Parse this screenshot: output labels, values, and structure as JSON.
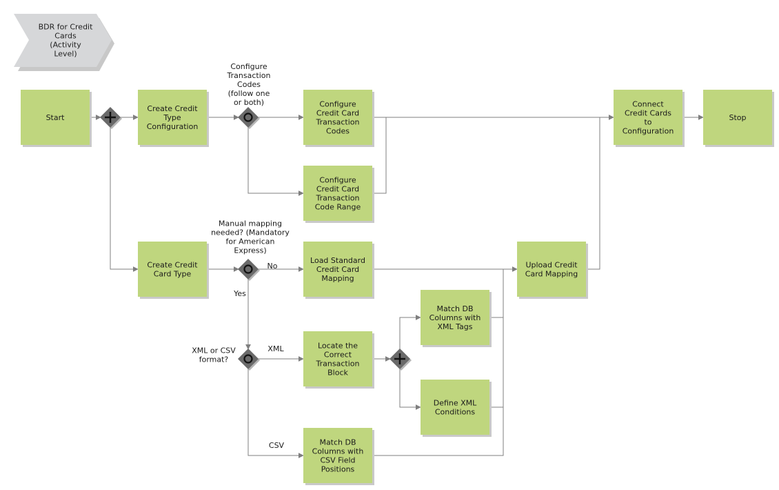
{
  "title": "BDR for Credit Cards (Activity Level)",
  "colors": {
    "activity_fill": "#bfd67e",
    "activity_shadow": "#c9c9c9",
    "gateway_fill": "#6a6a6a",
    "connector": "#7f7f7f",
    "title_fill": "#d6d7d9"
  },
  "activities": {
    "start": "Start",
    "create_credit_type_configuration": "Create Credit Type Configuration",
    "configure_credit_card_transaction_codes": "Configure Credit Card Transaction Codes",
    "configure_credit_card_transaction_code_range": "Configure Credit Card Transaction Code Range",
    "connect_credit_cards_to_configuration": "Connect Credit Cards to Configuration",
    "stop": "Stop",
    "create_credit_card_type": "Create Credit Card Type",
    "load_standard_credit_card_mapping": "Load Standard Credit Card Mapping",
    "upload_credit_card_mapping": "Upload Credit Card Mapping",
    "match_db_columns_with_xml_tags": "Match DB Columns with XML Tags",
    "locate_the_correct_transaction_block": "Locate the Correct Transaction Block",
    "define_xml_conditions": "Define XML Conditions",
    "match_db_columns_with_csv_field_positions": "Match DB Columns with CSV Field Positions"
  },
  "gateway_labels": {
    "configure_transaction_codes": "Configure Transaction Codes (follow one or both)",
    "manual_mapping_needed": "Manual mapping needed? (Mandatory for American Express)",
    "xml_or_csv_format": "XML or CSV format?"
  },
  "edge_labels": {
    "no": "No",
    "yes": "Yes",
    "xml": "XML",
    "csv": "CSV"
  }
}
